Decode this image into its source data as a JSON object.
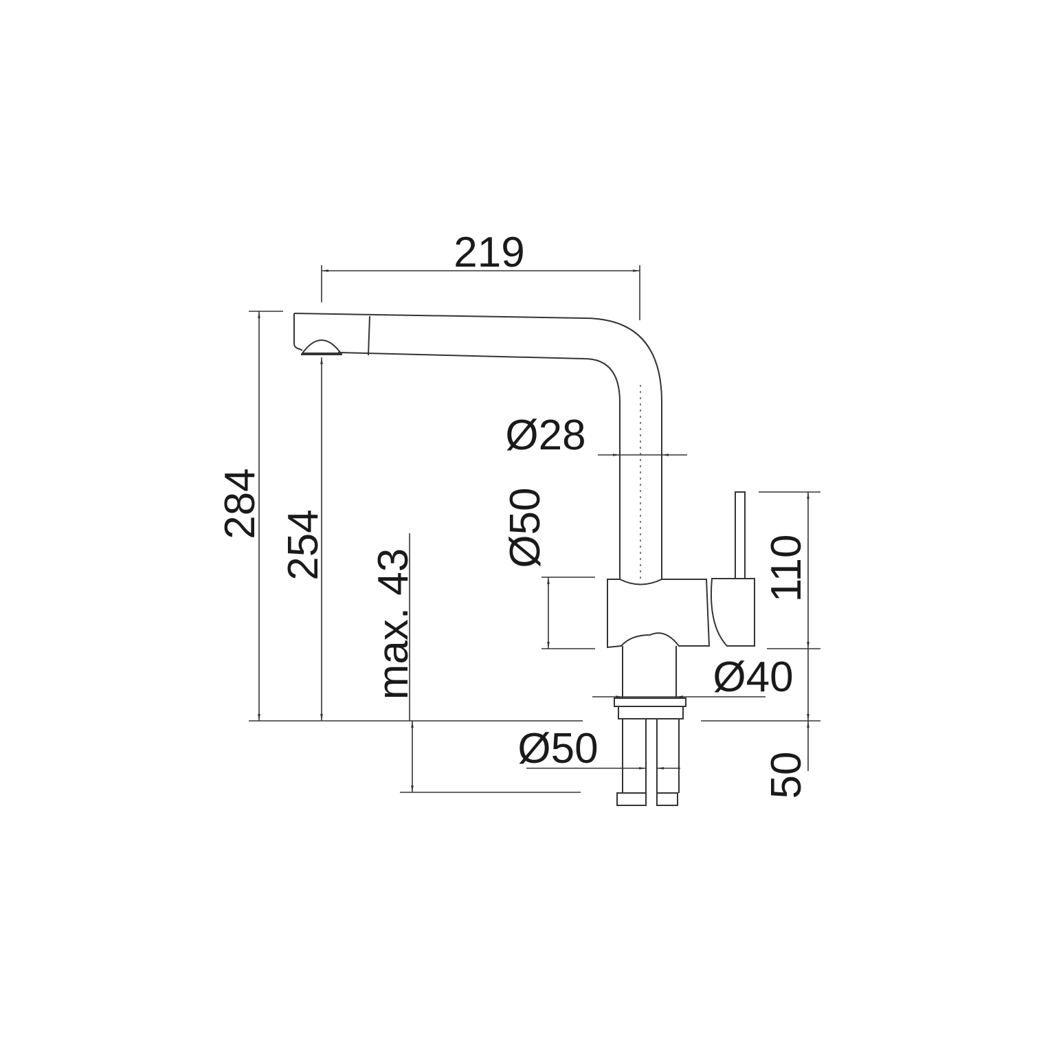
{
  "drawing": {
    "stroke_color": "#333333",
    "text_color": "#1a1a1a",
    "background": "#ffffff"
  },
  "dimensions": {
    "width_219": "219",
    "height_284": "284",
    "height_254": "254",
    "max_43": "max. 43",
    "dia_28": "Ø28",
    "dia_50_body": "Ø50",
    "dia_40": "Ø40",
    "dia_50_base": "Ø50",
    "height_110": "110",
    "height_50": "50"
  }
}
